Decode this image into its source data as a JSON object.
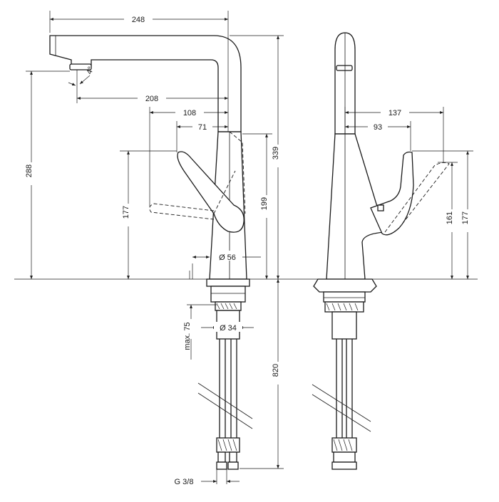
{
  "dimensions": {
    "spout_length": "248",
    "spout_angle": "4°",
    "spout_reach_208": "208",
    "reach_108": "108",
    "reach_71": "71",
    "total_height": "288",
    "height_339": "339",
    "lever_height_177": "177",
    "height_199": "199",
    "base_diameter": "Ø 56",
    "thread_diameter": "Ø 34",
    "max_thickness": "max. 75",
    "hose_length": "820",
    "connection": "G 3/8",
    "side_reach_137": "137",
    "side_reach_93": "93",
    "side_height_161": "161",
    "side_height_177": "177"
  }
}
